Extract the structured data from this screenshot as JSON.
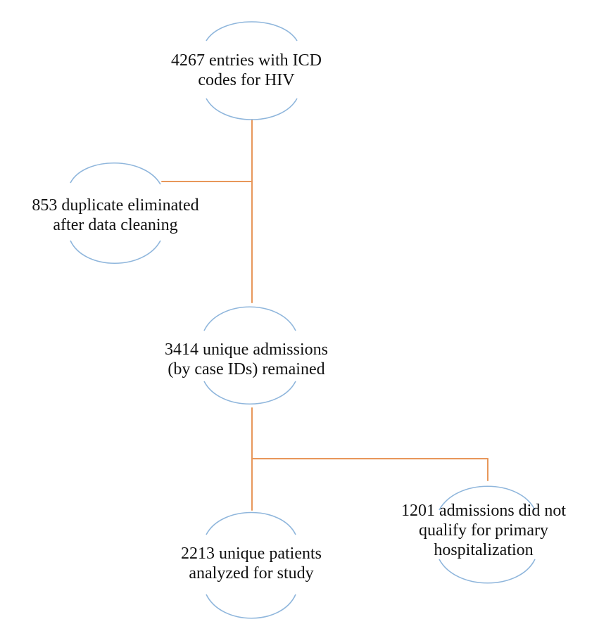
{
  "colors": {
    "connector": "#e8975a",
    "arc": "#8fb6dc",
    "text": "#111111",
    "background": "#ffffff"
  },
  "nodes": {
    "entries": {
      "line1": "4267 entries  with  ICD",
      "line2": "codes for  HIV"
    },
    "duplicates": {
      "line1": "853 duplicate  eliminated",
      "line2": "after data cleaning"
    },
    "unique_admissions": {
      "line1": "3414 unique  admissions",
      "line2": "(by case IDs) remained"
    },
    "unique_patients": {
      "line1": "2213 unique  patients",
      "line2": "analyzed  for  study"
    },
    "not_qualified": {
      "line1": "1201 admissions  did not",
      "line2": "qualify  for primary",
      "line3": "hospitalization"
    }
  }
}
